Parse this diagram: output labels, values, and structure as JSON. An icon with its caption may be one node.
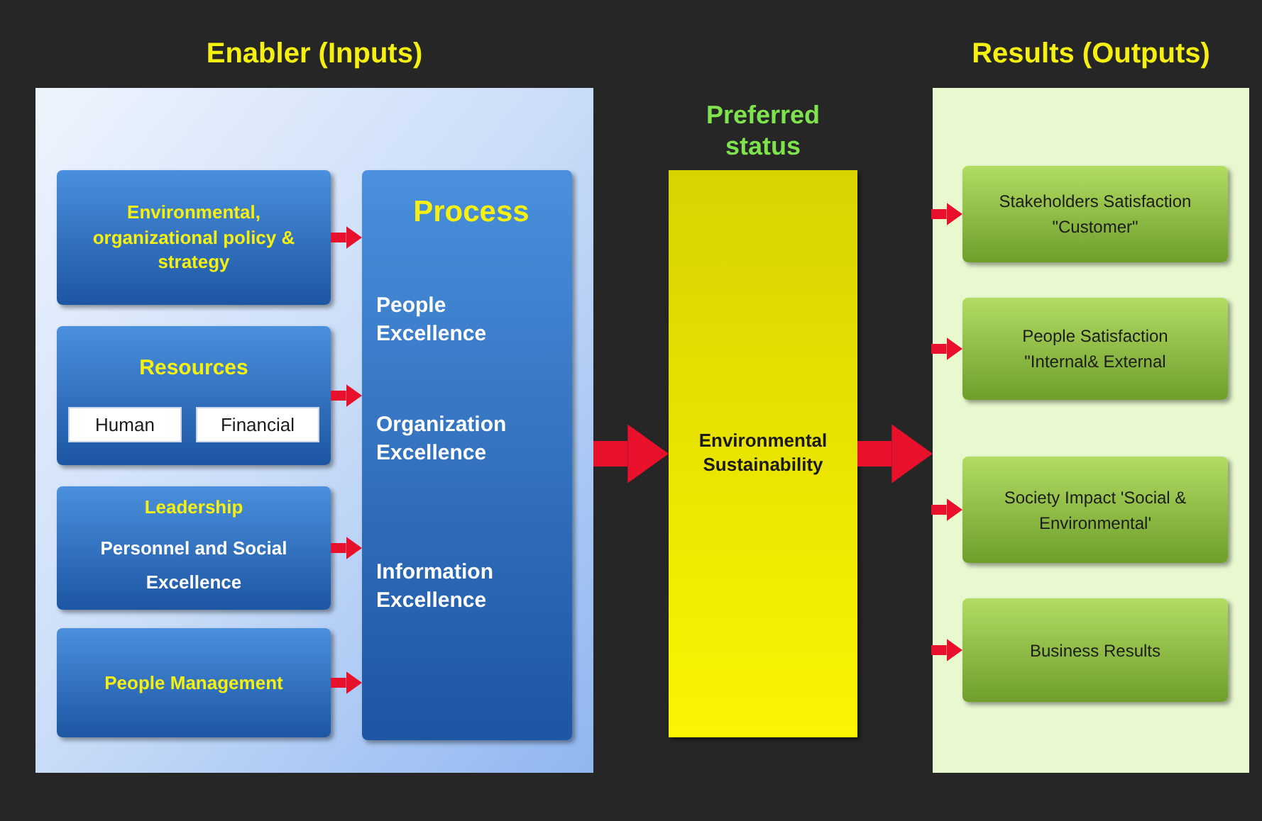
{
  "diagram": {
    "nodes": [
      {
        "text": [
          "Enabler (Inputs)"
        ]
      },
      {
        "text": [
          "Environmental, organizational policy & strategy"
        ],
        "in": 0
      },
      {
        "text": [
          "Resources"
        ],
        "in": 0
      },
      {
        "text": [
          "Human"
        ],
        "in": 2
      },
      {
        "text": [
          "Financial"
        ],
        "in": 2
      },
      {
        "text": [
          "Leadership",
          "Personnel and Social Excellence"
        ],
        "in": 0
      },
      {
        "text": [
          "People Management"
        ],
        "in": 0
      },
      {
        "text": [
          "Process",
          "People Excellence",
          "Organization Excellence",
          "Information Excellence"
        ],
        "in": 0
      },
      {
        "text": [
          "Preferred status",
          "Environmental Sustainability"
        ]
      },
      {
        "text": [
          "Results (Outputs)"
        ]
      },
      {
        "text": [
          "Stakeholders Satisfaction \"Customer\""
        ],
        "in": 9
      },
      {
        "text": [
          "People Satisfaction \"Internal& External"
        ],
        "in": 9
      },
      {
        "text": [
          "Society Impact 'Social & Environmental'"
        ],
        "in": 9
      },
      {
        "text": [
          "Business Results"
        ],
        "in": 9
      }
    ],
    "edges": [
      {
        "from": 1,
        "to": 7,
        "arrow": "to"
      },
      {
        "from": 2,
        "to": 7,
        "arrow": "to"
      },
      {
        "from": 5,
        "to": 7,
        "arrow": "to"
      },
      {
        "from": 6,
        "to": 7,
        "arrow": "to"
      },
      {
        "from": 0,
        "to": 8,
        "arrow": "to",
        "style": "thick"
      },
      {
        "from": 8,
        "to": 9,
        "arrow": "to",
        "style": "thick"
      },
      {
        "from": null,
        "to": 10,
        "arrow": "to"
      },
      {
        "from": null,
        "to": 11,
        "arrow": "to"
      },
      {
        "from": null,
        "to": 12,
        "arrow": "to"
      },
      {
        "from": null,
        "to": 13,
        "arrow": "to"
      }
    ]
  }
}
